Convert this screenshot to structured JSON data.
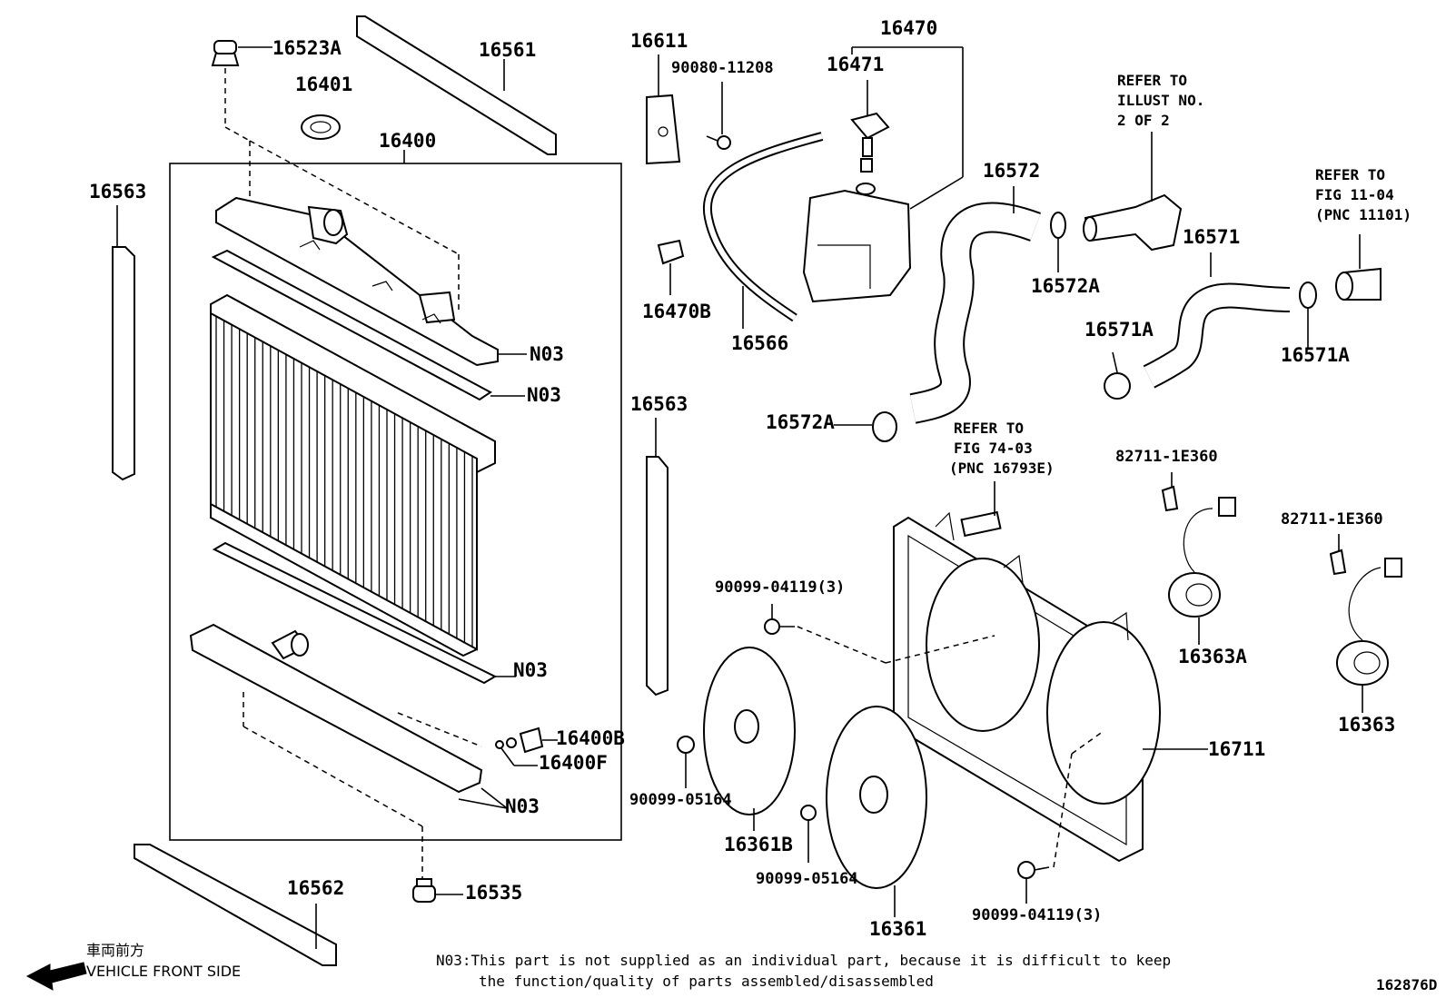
{
  "labels": {
    "p16523A": "16523A",
    "p16561": "16561",
    "p16401": "16401",
    "p16400": "16400",
    "p16563_left": "16563",
    "p16563_mid": "16563",
    "p16611": "16611",
    "p90080_11208": "90080-11208",
    "p16470": "16470",
    "p16471": "16471",
    "p16470B": "16470B",
    "p16566": "16566",
    "p16572": "16572",
    "p16572A_top": "16572A",
    "p16572A_bottom": "16572A",
    "p16571": "16571",
    "p16571A_left": "16571A",
    "p16571A_right": "16571A",
    "n03_1": "N03",
    "n03_2": "N03",
    "n03_3": "N03",
    "n03_4": "N03",
    "p16400B": "16400B",
    "p16400F": "16400F",
    "p16562": "16562",
    "p16535": "16535",
    "p90099_04119_top": "90099-04119(3)",
    "p90099_05164_left": "90099-05164",
    "p16361B": "16361B",
    "p90099_05164_mid": "90099-05164",
    "p16361": "16361",
    "p90099_04119_bottom": "90099-04119(3)",
    "p16711": "16711",
    "p82711_1E360_a": "82711-1E360",
    "p82711_1E360_b": "82711-1E360",
    "p16363A": "16363A",
    "p16363": "16363"
  },
  "refs": {
    "illust_l1": "REFER TO",
    "illust_l2": "ILLUST NO.",
    "illust_l3": "2 OF 2",
    "fig1104_l1": "REFER TO",
    "fig1104_l2": "FIG 11-04",
    "fig1104_l3": "(PNC 11101)",
    "fig7403_l1": "REFER TO",
    "fig7403_l2": "FIG 74-03",
    "fig7403_l3": "(PNC 16793E)"
  },
  "footer": {
    "front_jp": "車両前方",
    "front_en": "VEHICLE FRONT SIDE",
    "note_l1": "N03:This part is not supplied as an individual part, because it is difficult to keep",
    "note_l2": "the function/quality of parts assembled/disassembled",
    "figure_code": "162876D"
  }
}
